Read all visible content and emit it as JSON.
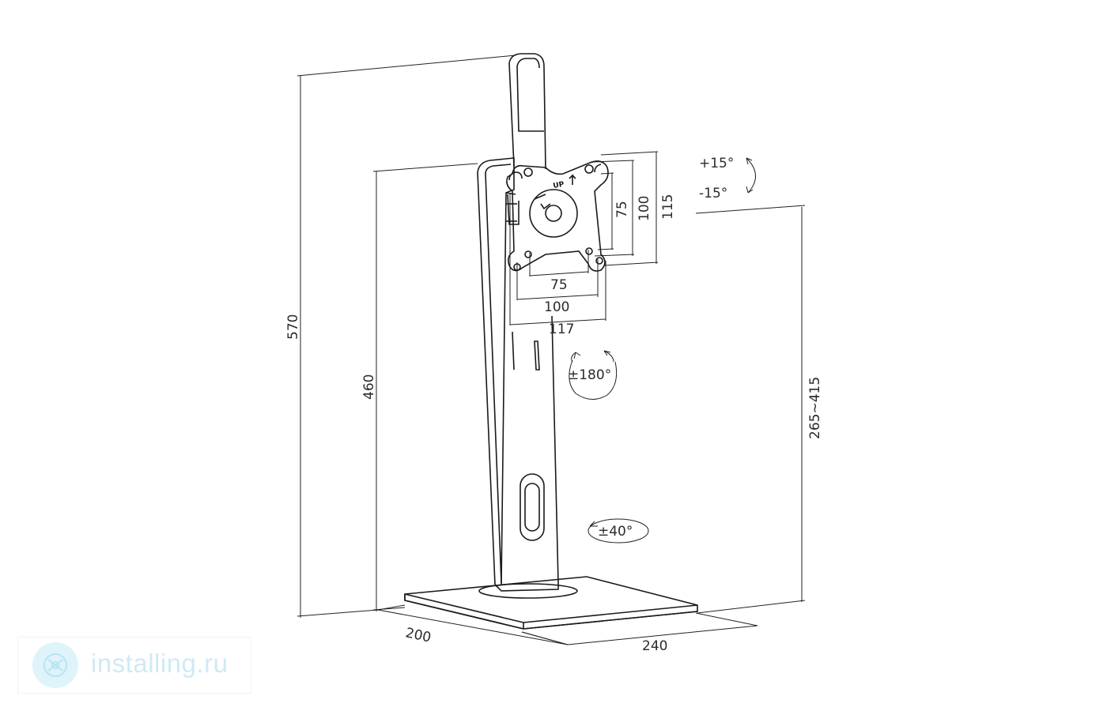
{
  "dimensions": {
    "total_height": "570",
    "pole_height": "460",
    "height_range": "265~415",
    "base_depth": "200",
    "base_width": "240",
    "plate_height_small": "75",
    "plate_height_large": "100",
    "plate_height_overall": "115",
    "plate_width_small": "75",
    "plate_width_large": "100",
    "plate_width_overall": "117"
  },
  "angles": {
    "tilt_up": "+15°",
    "tilt_down": "-15°",
    "rotation": "±180°",
    "swivel": "±40°"
  },
  "plate_label": "UP",
  "watermark": {
    "text": "installing.ru",
    "logo": "installing-logo-icon"
  },
  "colors": {
    "line": "#222222",
    "watermark": "#cfeaf6"
  }
}
